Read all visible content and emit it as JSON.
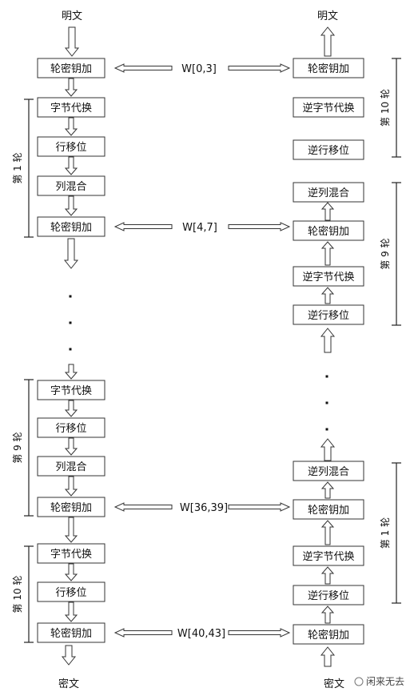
{
  "io": {
    "left_top": "明文",
    "right_top": "明文",
    "left_bottom": "密文",
    "right_bottom": "密文"
  },
  "left_boxes": [
    "轮密钥加",
    "字节代换",
    "行移位",
    "列混合",
    "轮密钥加",
    "字节代换",
    "行移位",
    "列混合",
    "轮密钥加",
    "字节代换",
    "行移位",
    "轮密钥加"
  ],
  "right_boxes": [
    "轮密钥加",
    "逆字节代换",
    "逆行移位",
    "逆列混合",
    "轮密钥加",
    "逆字节代换",
    "逆行移位",
    "逆列混合",
    "轮密钥加",
    "逆字节代换",
    "逆行移位",
    "轮密钥加"
  ],
  "keys": [
    "W[0,3]",
    "W[4,7]",
    "W[36,39]",
    "W[40,43]"
  ],
  "round_labels": {
    "left_1": "第 1 轮",
    "left_9": "第 9 轮",
    "left_10": "第 10 轮",
    "right_10": "第 10 轮",
    "right_9": "第 9 轮",
    "right_1": "第 1 轮"
  },
  "watermark": "闲来无去"
}
